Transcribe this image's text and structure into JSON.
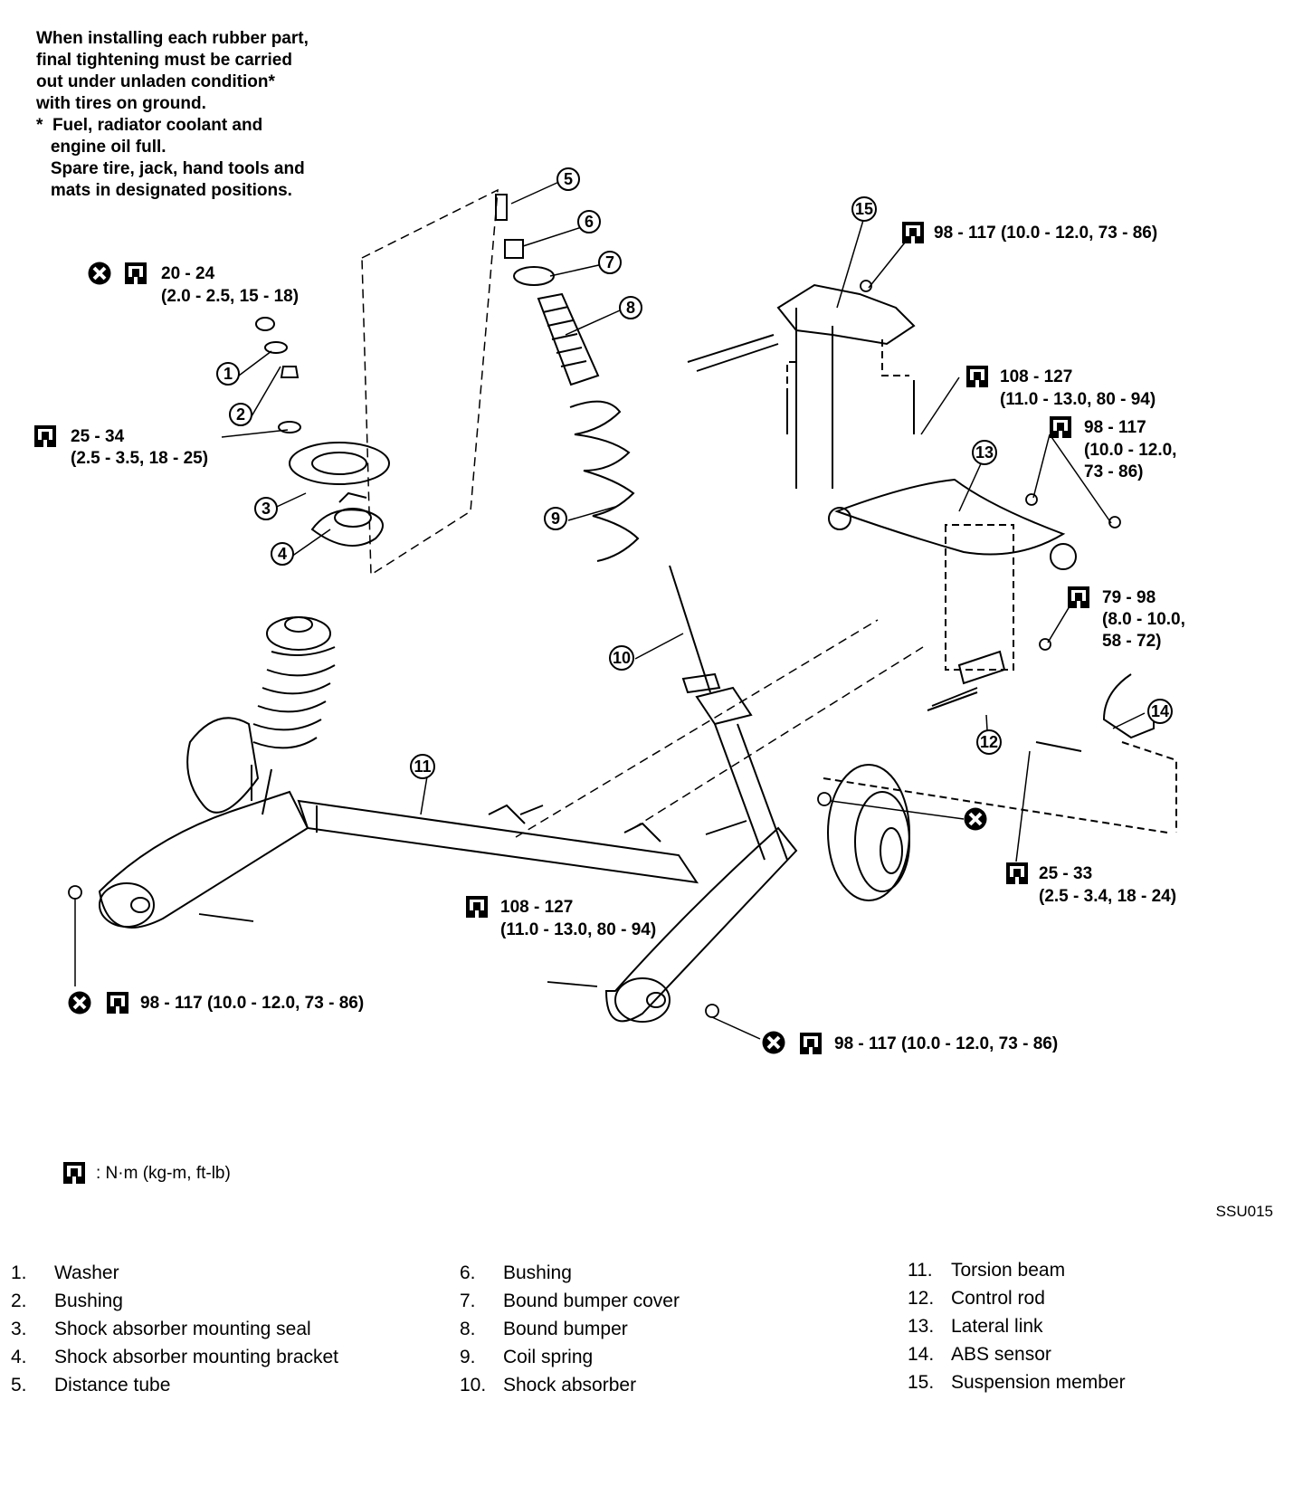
{
  "notes": {
    "lines": [
      "When installing each rubber part,",
      "final tightening must be carried",
      "out under unladen condition*",
      "with tires on ground.",
      "*  Fuel, radiator coolant and",
      "   engine oil full.",
      "   Spare tire, jack, hand tools and",
      "   mats in designated positions."
    ]
  },
  "torques": {
    "t_top_left_1": "20 - 24",
    "t_top_left_2": "(2.0 - 2.5, 15 - 18)",
    "t_left_1": "25 - 34",
    "t_left_2": "(2.5 - 3.5, 18 - 25)",
    "t_member_top": "98 - 117 (10.0 - 12.0, 73 - 86)",
    "t_member_mid_1": "108 - 127",
    "t_member_mid_2": "(11.0 - 13.0, 80 - 94)",
    "t_lateral_1": "98 - 117",
    "t_lateral_2": "(10.0 - 12.0,",
    "t_lateral_3": "73 - 86)",
    "t_control_1": "79 - 98",
    "t_control_2": "(8.0 - 10.0,",
    "t_control_3": "58 - 72)",
    "t_abs_1": "25 - 33",
    "t_abs_2": "(2.5 - 3.4, 18 - 24)",
    "t_beam_1": "108 - 127",
    "t_beam_2": "(11.0 - 13.0, 80 - 94)",
    "t_bottom_left": "98 - 117 (10.0 - 12.0, 73 - 86)",
    "t_bottom_right": "98 - 117 (10.0 - 12.0, 73 - 86)"
  },
  "callouts": [
    "1",
    "2",
    "3",
    "4",
    "5",
    "6",
    "7",
    "8",
    "9",
    "10",
    "11",
    "12",
    "13",
    "14",
    "15"
  ],
  "legend": {
    "unit_text": ": N·m (kg-m, ft-lb)"
  },
  "figure_code": "SSU015",
  "parts": {
    "col1": [
      {
        "num": "1.",
        "name": "Washer"
      },
      {
        "num": "2.",
        "name": "Bushing"
      },
      {
        "num": "3.",
        "name": "Shock absorber mounting seal"
      },
      {
        "num": "4.",
        "name": "Shock absorber mounting bracket"
      },
      {
        "num": "5.",
        "name": "Distance tube"
      }
    ],
    "col2": [
      {
        "num": "6.",
        "name": "Bushing"
      },
      {
        "num": "7.",
        "name": "Bound bumper cover"
      },
      {
        "num": "8.",
        "name": "Bound bumper"
      },
      {
        "num": "9.",
        "name": "Coil spring"
      },
      {
        "num": "10.",
        "name": "Shock absorber"
      }
    ],
    "col3": [
      {
        "num": "11.",
        "name": "Torsion beam"
      },
      {
        "num": "12.",
        "name": "Control rod"
      },
      {
        "num": "13.",
        "name": "Lateral link"
      },
      {
        "num": "14.",
        "name": "ABS sensor"
      },
      {
        "num": "15.",
        "name": "Suspension member"
      }
    ]
  }
}
